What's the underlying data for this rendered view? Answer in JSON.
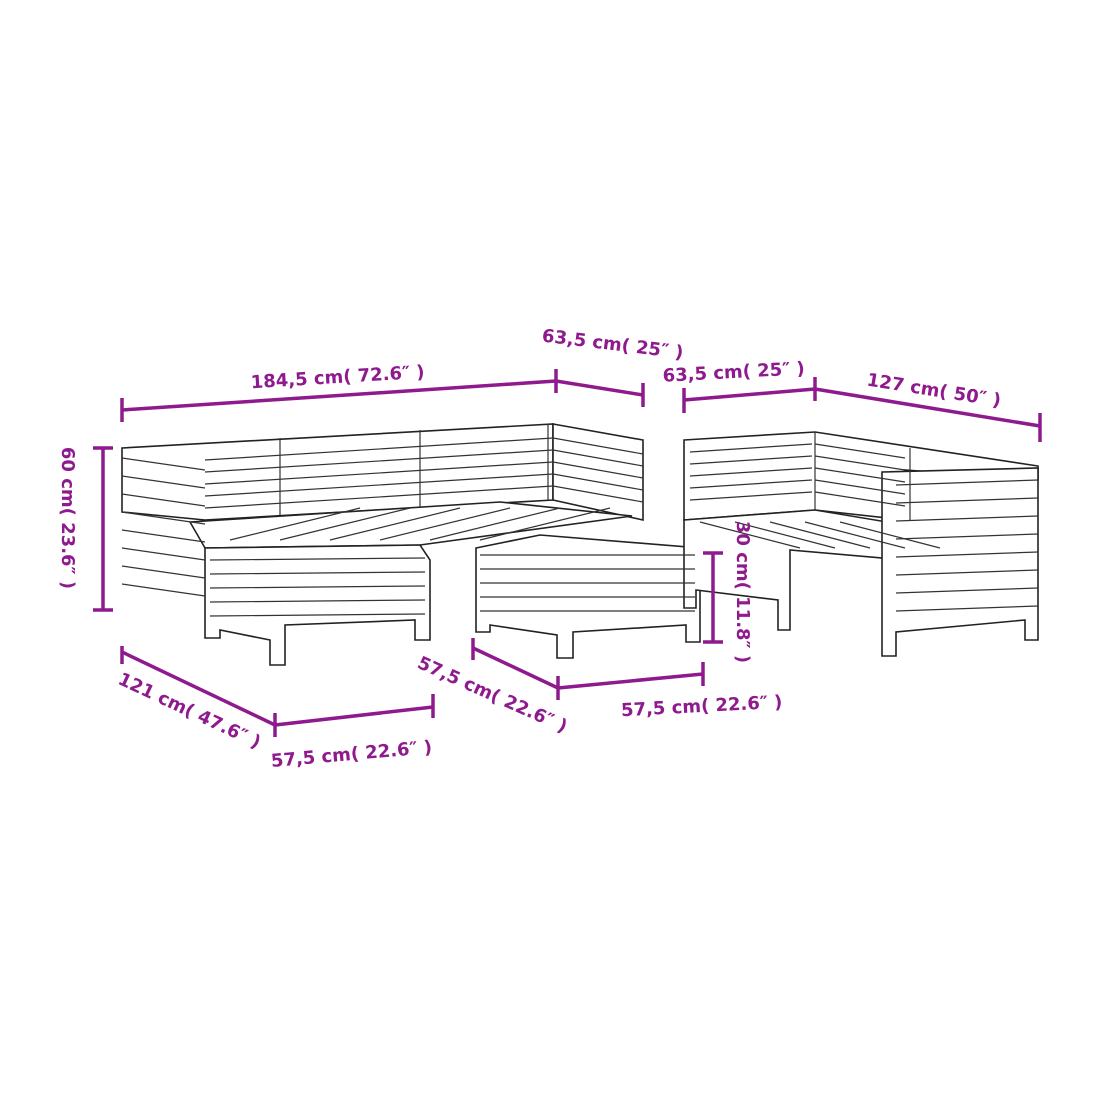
{
  "accent_color": "#8e1a8e",
  "dimensions": {
    "sofa_width": "184,5 cm( 72.6″ )",
    "corner_depth_top": "63,5 cm( 25″ )",
    "right_depth": "63,5 cm( 25″ )",
    "right_width": "127 cm( 50″ )",
    "height": "60 cm( 23.6″ )",
    "sofa_depth": "121 cm( 47.6″ )",
    "footstool_left_width": "57,5 cm( 22.6″ )",
    "footstool_depth": "57,5 cm( 22.6″ )",
    "footstool_width": "57,5 cm( 22.6″ )",
    "footstool_height": "30 cm( 11.8″ )"
  }
}
